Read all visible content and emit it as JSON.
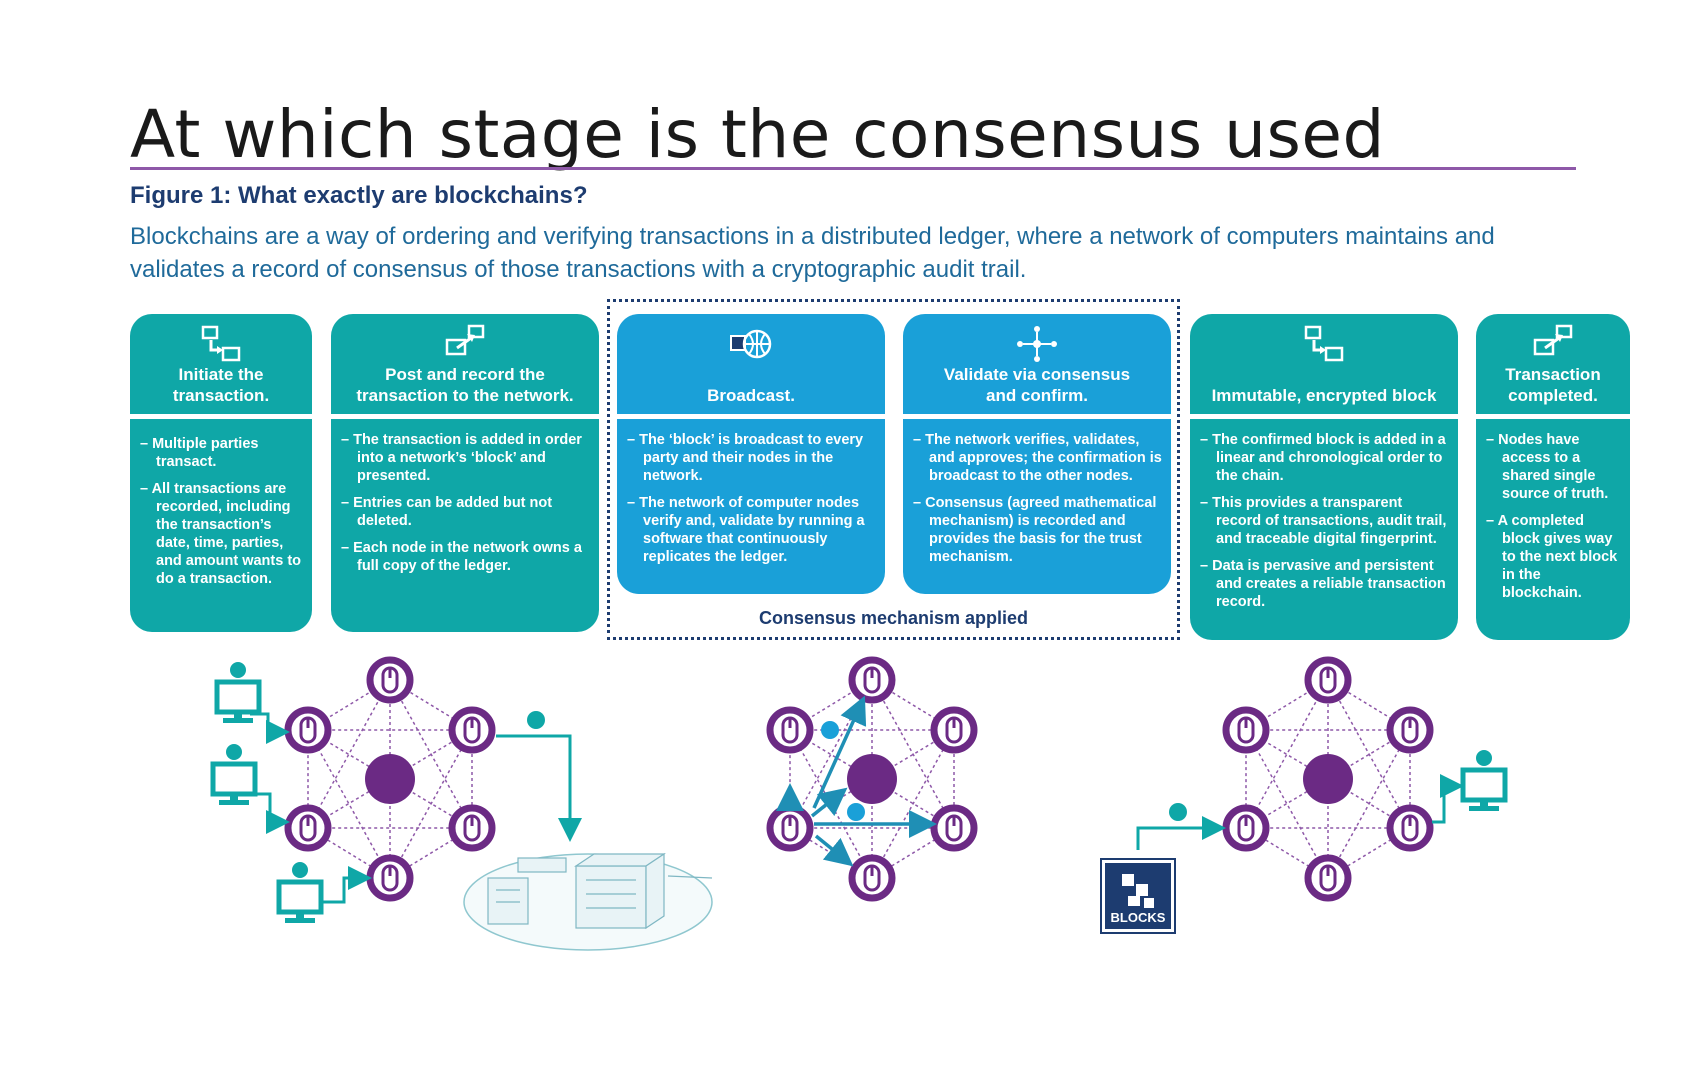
{
  "slide": {
    "title": "At which stage is the consensus used",
    "figure_title": "Figure 1: What exactly are blockchains?",
    "figure_description": "Blockchains are a way of ordering and verifying transactions in a distributed ledger, where a network of computers maintains and validates a record of consensus of those transactions with a cryptographic audit trail."
  },
  "stages": [
    {
      "title_line1": "Initiate the",
      "title_line2": "transaction.",
      "icon": "transfer-icon",
      "bullets": [
        "Multiple parties transact.",
        "All transactions are recorded, including the transaction’s date, time, parties, and amount wants to do a transaction."
      ]
    },
    {
      "title_line1": "Post and record the",
      "title_line2": "transaction to the network.",
      "icon": "post-icon",
      "bullets": [
        "The transaction is added in order into a network’s ‘block’ and presented.",
        "Entries can be added but not deleted.",
        "Each node in the network owns a full copy of the ledger."
      ]
    },
    {
      "title_line1": "",
      "title_line2": "Broadcast.",
      "icon": "broadcast-icon",
      "bullets": [
        "The ‘block’ is broadcast to every party and their nodes in the network.",
        "The network of computer nodes verify and, validate by running a software that continuously replicates the ledger."
      ]
    },
    {
      "title_line1": "Validate via consensus",
      "title_line2": "and confirm.",
      "icon": "network-icon",
      "bullets": [
        "The network verifies, validates, and approves; the confirmation is broadcast to the other nodes.",
        "Consensus (agreed mathematical mechanism) is recorded and provides the basis for the trust mechanism."
      ]
    },
    {
      "title_line1": "",
      "title_line2": "Immutable, encrypted block",
      "icon": "transfer-icon",
      "bullets": [
        "The confirmed block is added in a linear and chronological order to the chain.",
        "This provides a transparent record of transactions, audit trail, and traceable digital fingerprint.",
        "Data is pervasive and persistent and creates a reliable transaction record."
      ]
    },
    {
      "title_line1": "Transaction",
      "title_line2": "completed.",
      "icon": "post-icon",
      "bullets": [
        "Nodes have access to a shared single source of truth.",
        "A completed block gives way to the next block in the blockchain."
      ]
    }
  ],
  "consensus_label": "Consensus mechanism applied",
  "blocks_label": "BLOCKS",
  "colors": {
    "teal": "#0fa7a7",
    "blue": "#1aa0d8",
    "navy": "#1d3c70",
    "purple": "#6b2a84",
    "title_rule": "#8e58a8"
  }
}
